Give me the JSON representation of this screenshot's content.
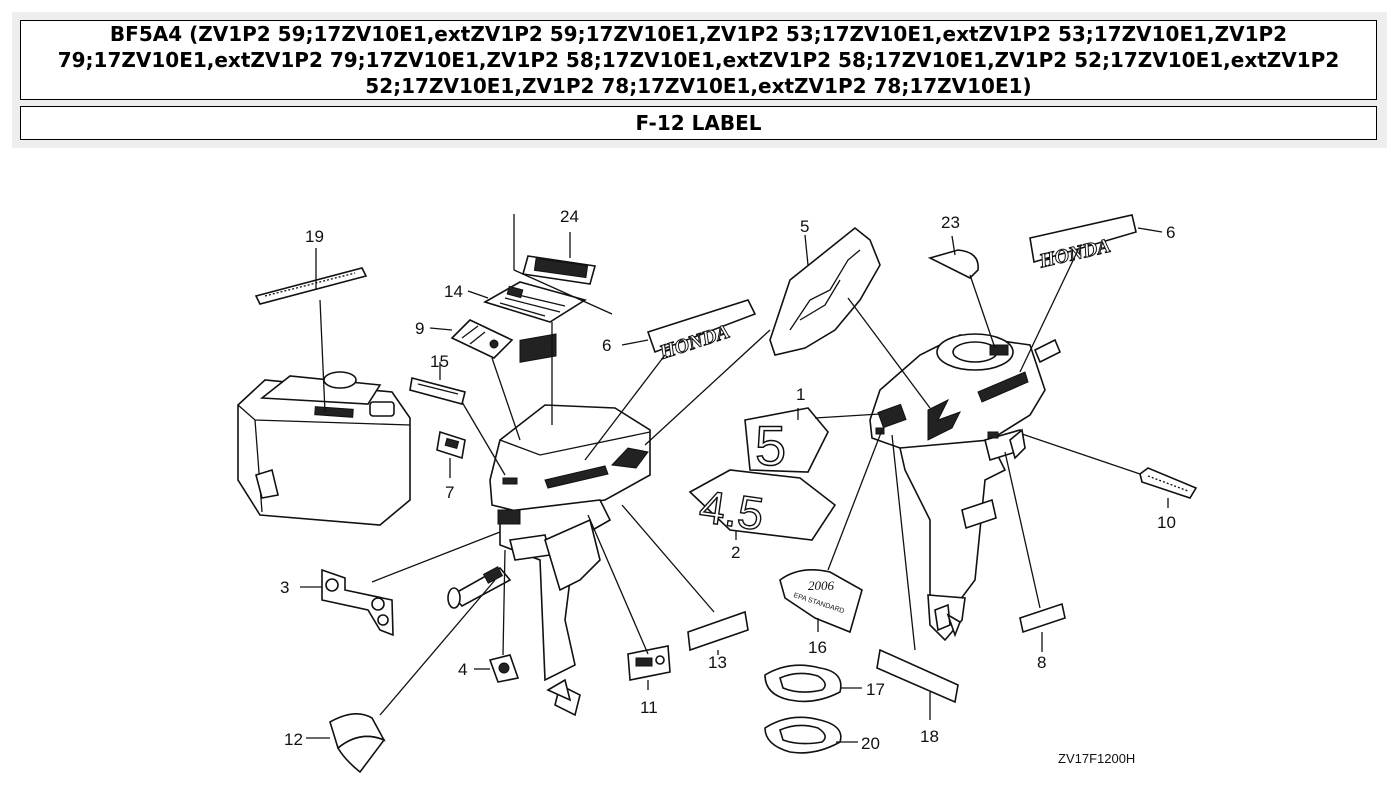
{
  "header": {
    "title": "BF5A4 (ZV1P2 59;17ZV10E1,extZV1P2 59;17ZV10E1,ZV1P2 53;17ZV10E1,extZV1P2 53;17ZV10E1,ZV1P2 79;17ZV10E1,extZV1P2 79;17ZV10E1,ZV1P2 58;17ZV10E1,extZV1P2 58;17ZV10E1,ZV1P2 52;17ZV10E1,extZV1P2 52;17ZV10E1,ZV1P2 78;17ZV10E1,extZV1P2 78;17ZV10E1)",
    "section": "F-12 LABEL"
  },
  "diagram": {
    "ref_code": "ZV17F1200H",
    "decal_text": {
      "brand": "HONDA",
      "number_5": "5",
      "number_45": "4.5",
      "year": "2006",
      "standard": "EPA STANDARD"
    },
    "callouts": [
      "1",
      "2",
      "3",
      "4",
      "5",
      "6",
      "6",
      "7",
      "8",
      "9",
      "10",
      "11",
      "12",
      "13",
      "14",
      "15",
      "16",
      "17",
      "18",
      "19",
      "20",
      "23",
      "24"
    ]
  }
}
